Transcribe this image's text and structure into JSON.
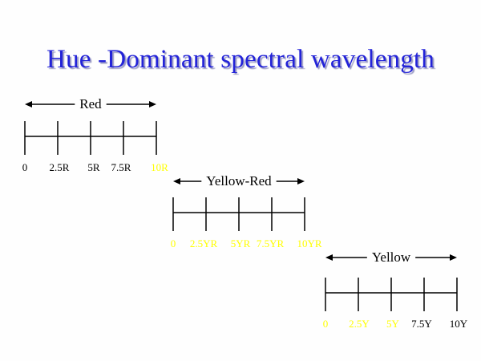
{
  "slide": {
    "title": "Hue -Dominant spectral wavelength"
  },
  "colors": {
    "title": "#2323d8",
    "line": "#000000",
    "highlight_label": "#ffff00",
    "label": "#000000"
  },
  "scales": [
    {
      "name": "Red",
      "ticks": [
        {
          "label": "0",
          "highlight": false
        },
        {
          "label": "2.5R",
          "highlight": false
        },
        {
          "label": "5R",
          "highlight": false
        },
        {
          "label": "7.5R",
          "highlight": false
        },
        {
          "label": "10R",
          "highlight": true
        }
      ]
    },
    {
      "name": "Yellow-Red",
      "ticks": [
        {
          "label": "0",
          "highlight": true
        },
        {
          "label": "2.5YR",
          "highlight": true
        },
        {
          "label": "5YR",
          "highlight": true
        },
        {
          "label": "7.5YR",
          "highlight": true
        },
        {
          "label": "10YR",
          "highlight": true
        }
      ]
    },
    {
      "name": "Yellow",
      "ticks": [
        {
          "label": "0",
          "highlight": true
        },
        {
          "label": "2.5Y",
          "highlight": true
        },
        {
          "label": "5Y",
          "highlight": true
        },
        {
          "label": "7.5Y",
          "highlight": false
        },
        {
          "label": "10Y",
          "highlight": false
        }
      ]
    }
  ]
}
